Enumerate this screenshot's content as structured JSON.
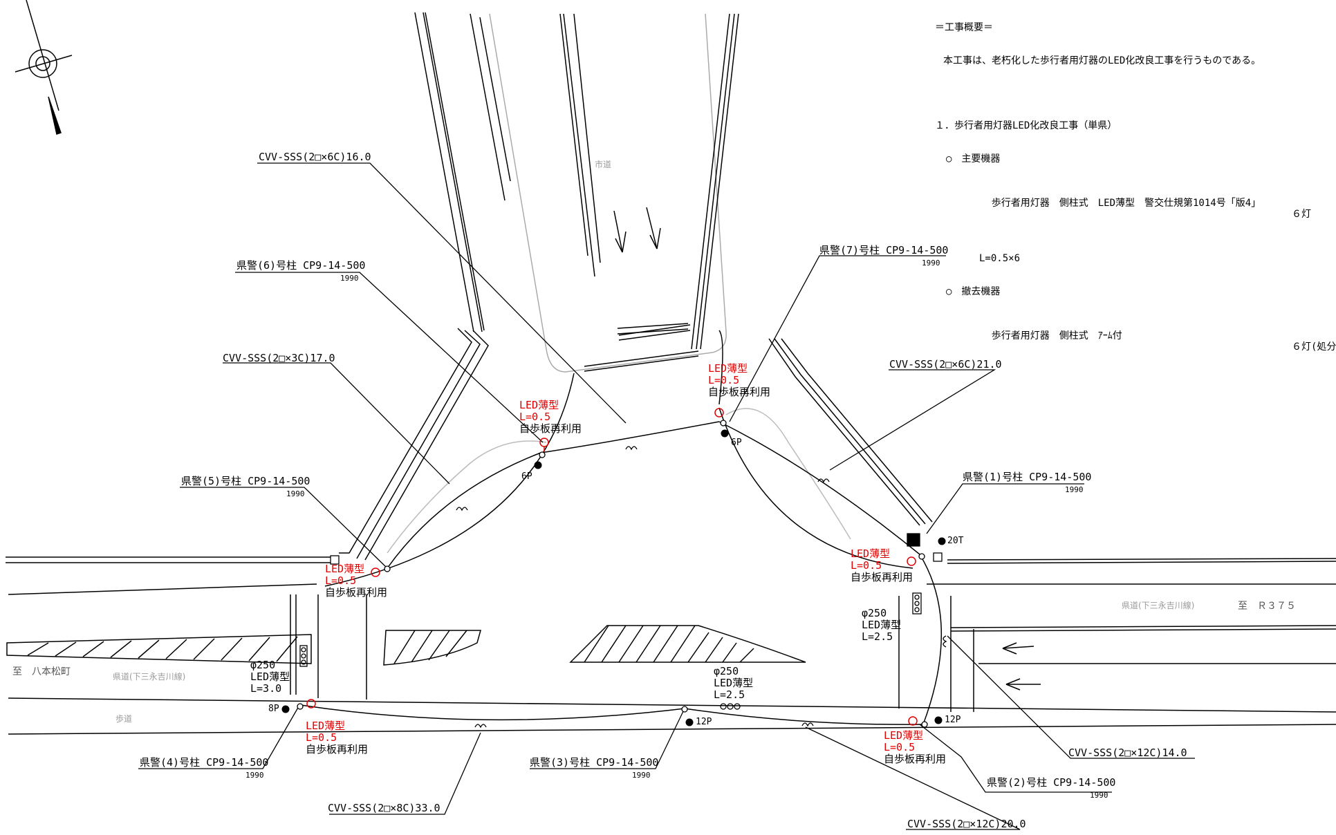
{
  "notes": {
    "heading": "＝工事概要＝",
    "line1": "本工事は、老朽化した歩行者用灯器のLED化改良工事を行うものである。",
    "item1": "１．歩行者用灯器LED化改良工事（単県）",
    "main_title": "○　主要機器",
    "main_spec": "歩行者用灯器　側柱式　LED薄型　警交仕規第1014号「版4」",
    "main_qty": "６灯",
    "main_len": "L=0.5×6",
    "remove_title": "○　撤去機器",
    "remove_spec": "歩行者用灯器　側柱式　ｱｰﾑ付",
    "remove_qty": "６灯(処分"
  },
  "cables": {
    "c1": "CVV-SSS(2□×6C)16.0",
    "c2": "CVV-SSS(2□×3C)17.0",
    "c3": "CVV-SSS(2□×6C)21.0",
    "c4": "CVV-SSS(2□×12C)14.0",
    "c5": "CVV-SSS(2□×8C)33.0",
    "c6": "CVV-SSS(2□×12C)20.0"
  },
  "poles": {
    "p6": "県警(6)号柱 CP9-14-500",
    "p7": "県警(7)号柱 CP9-14-500",
    "p5": "県警(5)号柱 CP9-14-500",
    "p1": "県警(1)号柱 CP9-14-500",
    "p4": "県警(4)号柱 CP9-14-500",
    "p3": "県警(3)号柱 CP9-14-500",
    "p2": "県警(2)号柱 CP9-14-500",
    "year": "1990"
  },
  "led": {
    "type": "LED薄型",
    "len": "L=0.5",
    "reuse": "自歩板再利用"
  },
  "signals": {
    "s_left_d": "φ250",
    "s_left_t": "LED薄型",
    "s_left_l": "L=3.0",
    "s_mid_d": "φ250",
    "s_mid_t": "LED薄型",
    "s_mid_l": "L=2.5",
    "s_right_d": "φ250",
    "s_right_t": "LED薄型",
    "s_right_l": "L=2.5"
  },
  "pole_marks": {
    "m6a": "6P",
    "m6b": "6P",
    "m20": "20T",
    "m8": "8P",
    "m12a": "12P",
    "m12b": "12P"
  },
  "roads": {
    "city": "市道",
    "pref_left": "県道(下三永吉川線)",
    "pref_right": "県道(下三永吉川線)",
    "sidewalk": "歩道",
    "to_left": "至　八本松町",
    "to_right": "至　Ｒ３７５"
  }
}
